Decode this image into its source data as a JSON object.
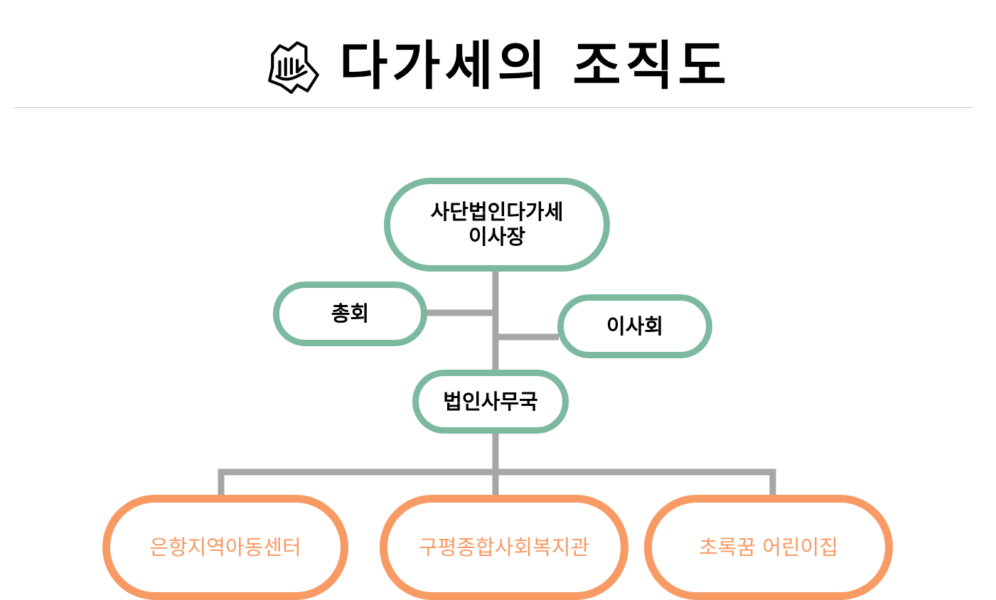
{
  "header": {
    "title": "다가세의 조직도",
    "icon": "handshake-icon"
  },
  "org_chart": {
    "root": {
      "line1": "사단법인다가세",
      "line2": "이사장"
    },
    "side_nodes": [
      {
        "label": "총회"
      },
      {
        "label": "이사회"
      }
    ],
    "office": {
      "label": "법인사무국"
    },
    "subsidiaries": [
      {
        "label": "은항지역아동센터"
      },
      {
        "label": "구평종합사회복지관"
      },
      {
        "label": "초록꿈 어린이집"
      }
    ]
  },
  "colors": {
    "green": "#7cb99f",
    "orange": "#f89a64",
    "connector": "#a6a6a6",
    "divider": "#c8c8c8"
  }
}
